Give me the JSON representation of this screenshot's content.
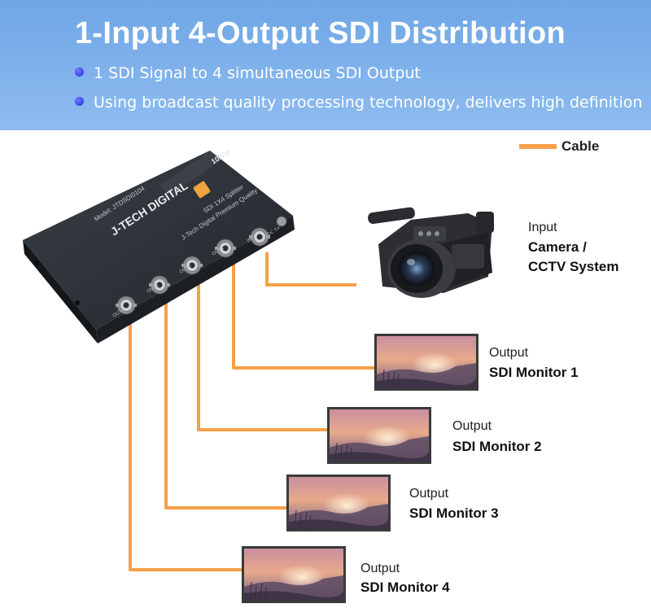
{
  "banner": {
    "title": "1-Input 4-Output SDI Distribution",
    "bullets": [
      "1 SDI Signal to 4 simultaneous SDI Output",
      "Using broadcast quality processing technology, delivers high definition"
    ]
  },
  "legend": {
    "label": "Cable",
    "color": "#f5a04a"
  },
  "device": {
    "brand": "J-TECH DIGITAL",
    "model": "Model: JTDSDI0104",
    "subtitle": "J-Tech Digital Premium Quality",
    "product": "SDI 1X4 Splitter",
    "resolution": "1080p",
    "ports": [
      "OUT4",
      "OUT3",
      "OUT2",
      "OUT1",
      "IN",
      "DC 5V"
    ]
  },
  "input": {
    "caption": "Input",
    "name_line1": "Camera /",
    "name_line2": "CCTV System"
  },
  "outputs": [
    {
      "caption": "Output",
      "name": "SDI Monitor 1"
    },
    {
      "caption": "Output",
      "name": "SDI Monitor 2"
    },
    {
      "caption": "Output",
      "name": "SDI Monitor 3"
    },
    {
      "caption": "Output",
      "name": "SDI Monitor 4"
    }
  ],
  "colors": {
    "banner": "#7fb2ec",
    "cable": "#f5a04a",
    "device": "#2c3036"
  }
}
